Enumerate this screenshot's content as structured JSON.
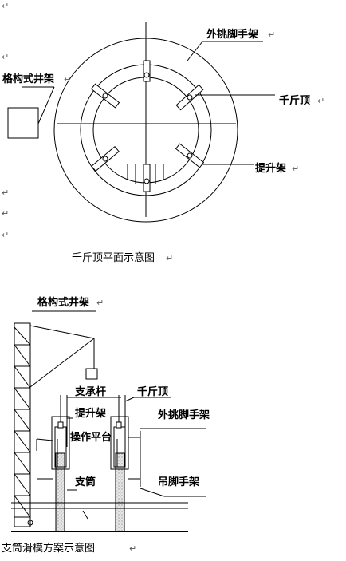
{
  "top_figure": {
    "caption": "千斤顶平面示意图",
    "labels": {
      "outer_scaffold": "外挑脚手架",
      "lattice_derrick": "格构式井架",
      "jack": "千斤顶",
      "lifting_frame": "提升架"
    }
  },
  "bottom_figure": {
    "caption": "支筒滑模方案示意图",
    "labels": {
      "lattice_derrick": "格构式井架",
      "support_rod": "支承杆",
      "jack": "千斤顶",
      "lifting_frame": "提升架",
      "outer_scaffold": "外挑脚手架",
      "platform": "操作平台",
      "tube": "支筒",
      "hanging_scaffold": "吊脚手架"
    }
  },
  "paragraph_mark": "↵"
}
